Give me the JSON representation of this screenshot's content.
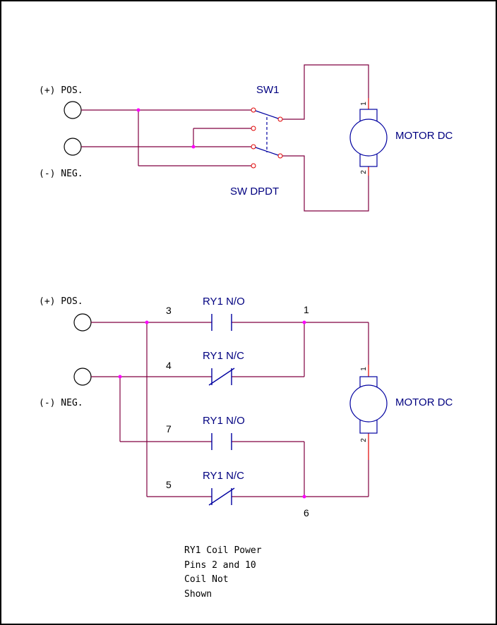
{
  "colors": {
    "wire": "#800040",
    "component": "#0000a0",
    "junction": "#ff00ff",
    "label_blue": "#000080",
    "terminal_red": "#e00000",
    "text": "#000000",
    "border": "#000000"
  },
  "top_circuit": {
    "pos_label": "(+) POS.",
    "neg_label": "(-) NEG.",
    "switch_name": "SW1",
    "switch_type": "SW DPDT",
    "motor_label": "MOTOR DC",
    "motor_pin_1": "1",
    "motor_pin_2": "2"
  },
  "bottom_circuit": {
    "pos_label": "(+) POS.",
    "neg_label": "(-) NEG.",
    "contact_1_label": "RY1 N/O",
    "contact_2_label": "RY1 N/C",
    "contact_3_label": "RY1 N/O",
    "contact_4_label": "RY1 N/C",
    "node_3": "3",
    "node_1": "1",
    "node_4": "4",
    "node_7": "7",
    "node_5": "5",
    "node_6": "6",
    "motor_label": "MOTOR DC",
    "motor_pin_1": "1",
    "motor_pin_2": "2"
  },
  "note_lines": [
    "RY1 Coil Power",
    "Pins 2 and 10",
    "Coil Not",
    "Shown"
  ]
}
